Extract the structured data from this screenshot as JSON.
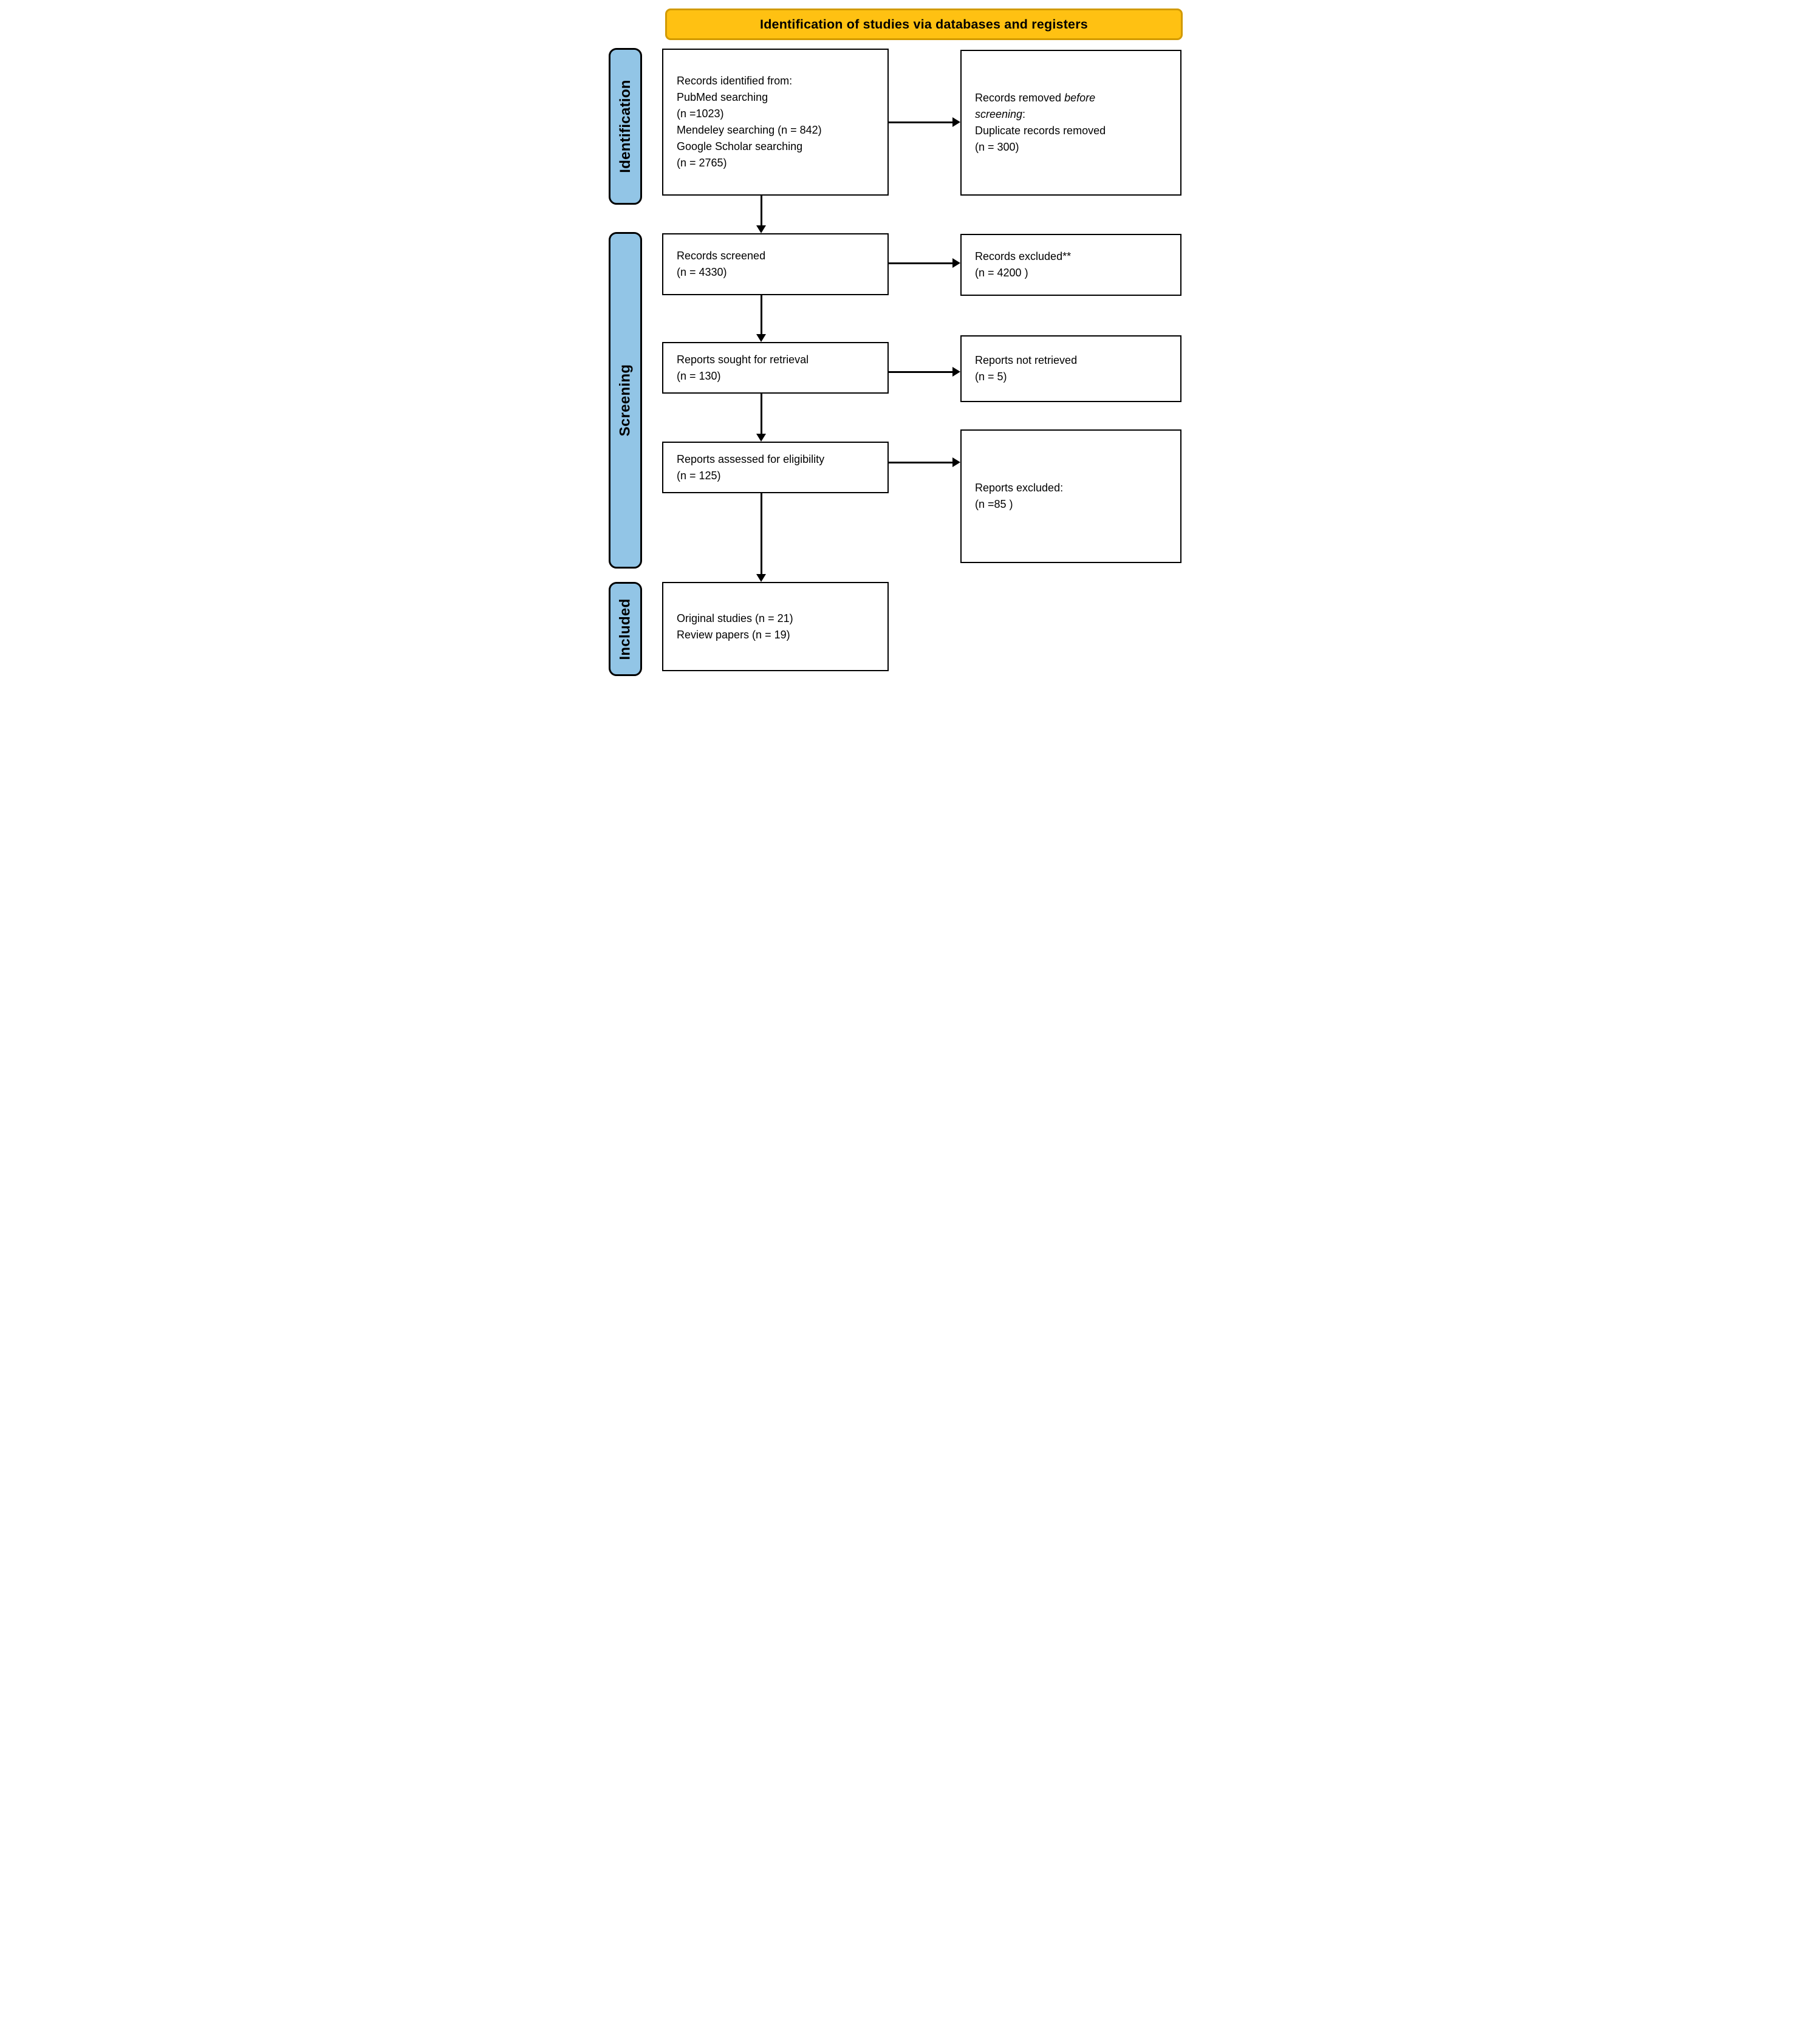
{
  "header": {
    "title": "Identification of studies via databases and registers"
  },
  "colors": {
    "banner_fill": "#FFC112",
    "banner_border": "#D29A00",
    "stage_fill": "#92C5E6",
    "box_border": "#000000",
    "arrow": "#000000"
  },
  "stages": [
    {
      "label": "Identification"
    },
    {
      "label": "Screening"
    },
    {
      "label": "Included"
    }
  ],
  "boxes": {
    "identified": {
      "intro": "Records identified from:",
      "items": [
        "PubMed searching",
        "(n =1023)",
        "Mendeley searching (n = 842)",
        "Google Scholar searching",
        "(n = 2765)"
      ]
    },
    "removed": {
      "lead": "Records removed ",
      "lead_italic": "before screening",
      "lead_suffix": ":",
      "items": [
        "Duplicate records removed",
        "(n = 300)"
      ]
    },
    "screened": {
      "lines": [
        "Records screened",
        "(n = 4330)"
      ]
    },
    "excluded": {
      "lines": [
        "Records excluded**",
        "(n = 4200 )"
      ]
    },
    "sought": {
      "lines": [
        "Reports sought for retrieval",
        "(n = 130)"
      ]
    },
    "not_retrieved": {
      "lines": [
        "Reports not retrieved",
        "(n = 5)"
      ]
    },
    "assessed": {
      "lines": [
        "Reports assessed for eligibility",
        "(n = 125)"
      ]
    },
    "reports_excluded": {
      "intro": "Reports excluded:",
      "items": [
        "(n =85 )"
      ]
    },
    "included_box": {
      "lines": [
        "Original studies (n = 21)",
        "Review papers (n = 19)"
      ]
    }
  }
}
